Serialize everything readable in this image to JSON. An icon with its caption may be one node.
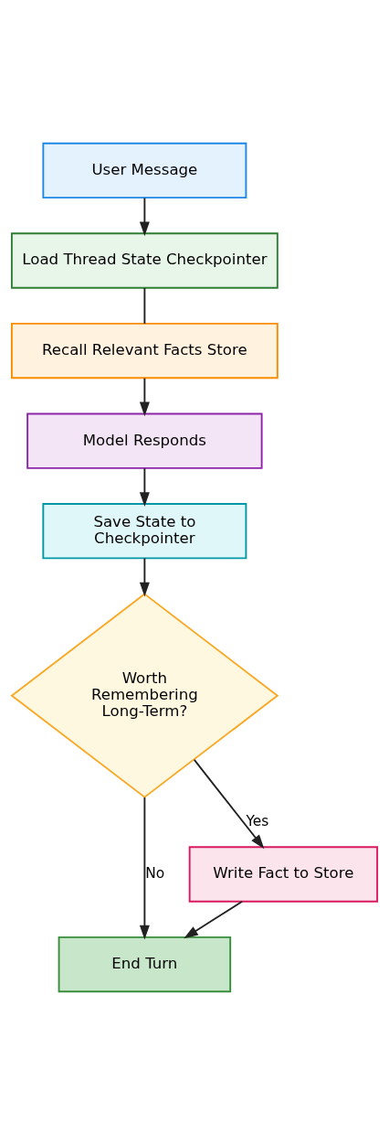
{
  "diagram": {
    "nodes": [
      {
        "text": [
          "User Message"
        ]
      },
      {
        "text": [
          "Load Thread State Checkpointer"
        ]
      },
      {
        "text": [
          "Recall Relevant Facts Store"
        ]
      },
      {
        "text": [
          "Model Responds"
        ]
      },
      {
        "text": [
          "Save State to Checkpointer"
        ]
      },
      {
        "text": [
          "Worth Remembering Long-Term?"
        ]
      },
      {
        "text": [
          "Write Fact to Store"
        ]
      },
      {
        "text": [
          "End Turn"
        ]
      }
    ],
    "edges": [
      {
        "from": 0,
        "to": 1,
        "arrow": "to"
      },
      {
        "from": 1,
        "to": 2,
        "arrow": "none"
      },
      {
        "from": 2,
        "to": 3,
        "arrow": "to"
      },
      {
        "from": 3,
        "to": 4,
        "arrow": "to"
      },
      {
        "from": 4,
        "to": 5,
        "arrow": "to"
      },
      {
        "from": 5,
        "to": 6,
        "arrow": "to",
        "label": "Yes"
      },
      {
        "from": 5,
        "to": 7,
        "arrow": "to",
        "label": "No"
      },
      {
        "from": 6,
        "to": 7,
        "arrow": "to"
      }
    ]
  }
}
